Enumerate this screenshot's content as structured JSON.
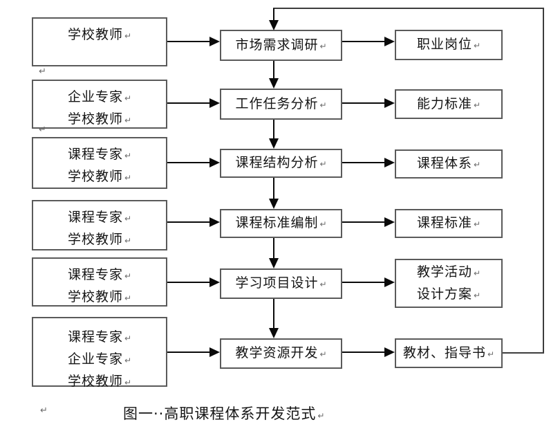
{
  "flow": {
    "caption": "图一··高职课程体系开发范式",
    "marks": {
      "return": "↵"
    },
    "rows": [
      {
        "actors": [
          "学校教师"
        ],
        "process": "市场需求调研",
        "outputs": [
          "职业岗位"
        ]
      },
      {
        "actors": [
          "企业专家",
          "学校教师"
        ],
        "process": "工作任务分析",
        "outputs": [
          "能力标准"
        ]
      },
      {
        "actors": [
          "课程专家",
          "学校教师"
        ],
        "process": "课程结构分析",
        "outputs": [
          "课程体系"
        ]
      },
      {
        "actors": [
          "课程专家",
          "学校教师"
        ],
        "process": "课程标准编制",
        "outputs": [
          "课程标准"
        ]
      },
      {
        "actors": [
          "课程专家",
          "学校教师"
        ],
        "process": "学习项目设计",
        "outputs": [
          "教学活动",
          "设计方案"
        ]
      },
      {
        "actors": [
          "课程专家",
          "企业专家",
          "学校教师"
        ],
        "process": "教学资源开发",
        "outputs": [
          "教材、指导书"
        ]
      }
    ]
  },
  "colors": {
    "box-border": "#5a5a5a",
    "arrow": "#0a0a0a",
    "text": "#141414",
    "feedback-line": "#3d3d3d",
    "mark": "#6a6a6a",
    "background": "#ffffff"
  }
}
